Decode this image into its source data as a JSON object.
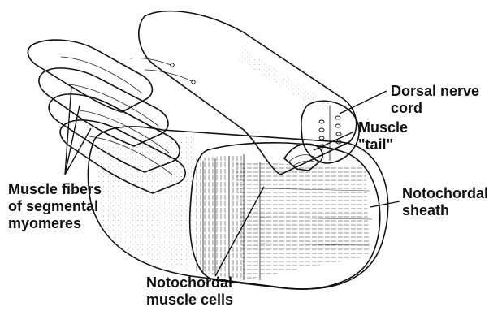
{
  "labels": {
    "dorsal_nerve_cord": [
      "Dorsal nerve",
      "cord"
    ],
    "muscle_tail": [
      "Muscle",
      "\"tail\""
    ],
    "notochordal_sheath": [
      "Notochordal",
      "sheath"
    ],
    "muscle_fibers": [
      "Muscle fibers",
      "of segmental",
      "myomeres"
    ],
    "notochordal_muscle_cells": [
      "Notochordal",
      "muscle cells"
    ]
  }
}
